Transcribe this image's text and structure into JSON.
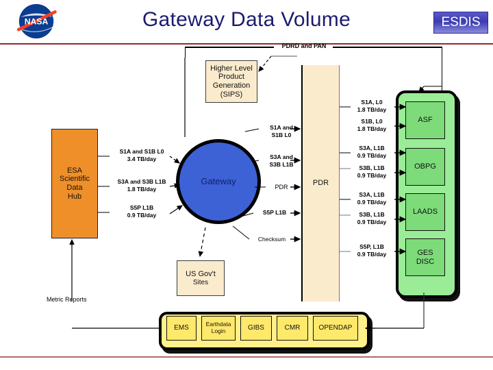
{
  "header": {
    "title": "Gateway Data Volume",
    "badge": "ESDIS",
    "logo_alt": "NASA"
  },
  "diagram": {
    "top_flow_label": "PDRD and PAN",
    "nodes": {
      "sips": "Higher Level\nProduct\nGeneration\n(SIPS)",
      "sips_lines": [
        "Higher Level",
        "Product",
        "Generation",
        "(SIPS)"
      ],
      "esa_hub_lines": [
        "ESA",
        "Scientific",
        "Data",
        "Hub"
      ],
      "gateway": "Gateway",
      "pdr_column": "PDR",
      "us_govt_lines": [
        "US Gov't",
        "Sites"
      ]
    },
    "daacs": [
      {
        "name": "ASF"
      },
      {
        "name": "OBPG"
      },
      {
        "name": "LAADS"
      },
      {
        "name": "GES\nDISC",
        "lines": [
          "GES",
          "DISC"
        ]
      }
    ],
    "services": [
      "EMS",
      "Earthdata\nLogin",
      "GIBS",
      "CMR",
      "OPENDAP"
    ],
    "services_split": [
      [
        "EMS"
      ],
      [
        "Earthdata",
        "Login"
      ],
      [
        "GIBS"
      ],
      [
        "CMR"
      ],
      [
        "OPENDAP"
      ]
    ],
    "left_flows": [
      {
        "product": "S1A and S1B L0",
        "rate": "3.4 TB/day"
      },
      {
        "product": "S3A and S3B L1B",
        "rate": "1.8 TB/day"
      },
      {
        "product": "S5P L1B",
        "rate": "0.9 TB/day"
      }
    ],
    "center_flows": [
      {
        "lines": [
          "S1A and",
          "S1B L0"
        ]
      },
      {
        "lines": [
          "S3A and",
          "S3B L1B"
        ]
      },
      {
        "lines": [
          "PDR"
        ]
      },
      {
        "lines": [
          "S5P L1B"
        ]
      },
      {
        "lines": [
          "Checksum"
        ]
      }
    ],
    "right_flows": [
      {
        "product": "S1A, L0",
        "rate": "1.8 TB/day"
      },
      {
        "product": "S1B, L0",
        "rate": "1.8 TB/day"
      },
      {
        "product": "S3A, L1B",
        "rate": "0.9 TB/day"
      },
      {
        "product": "S3B, L1B",
        "rate": "0.9 TB/day"
      },
      {
        "product": "S3A, L1B",
        "rate": "0.9 TB/day"
      },
      {
        "product": "S3B, L1B",
        "rate": "0.9 TB/day"
      },
      {
        "product": "S5P, L1B",
        "rate": "0.9 TB/day"
      }
    ],
    "metric_reports_label": "Metric Reports"
  },
  "colors": {
    "title": "#1b1b6f",
    "rule": "#8b2b2b",
    "orange": "#ef8f2a",
    "beige": "#fbebcd",
    "green_outer": "#9aec96",
    "green_inner": "#7ddb7a",
    "yellow": "#fff08a",
    "gateway_blue": "#3d62d6"
  }
}
